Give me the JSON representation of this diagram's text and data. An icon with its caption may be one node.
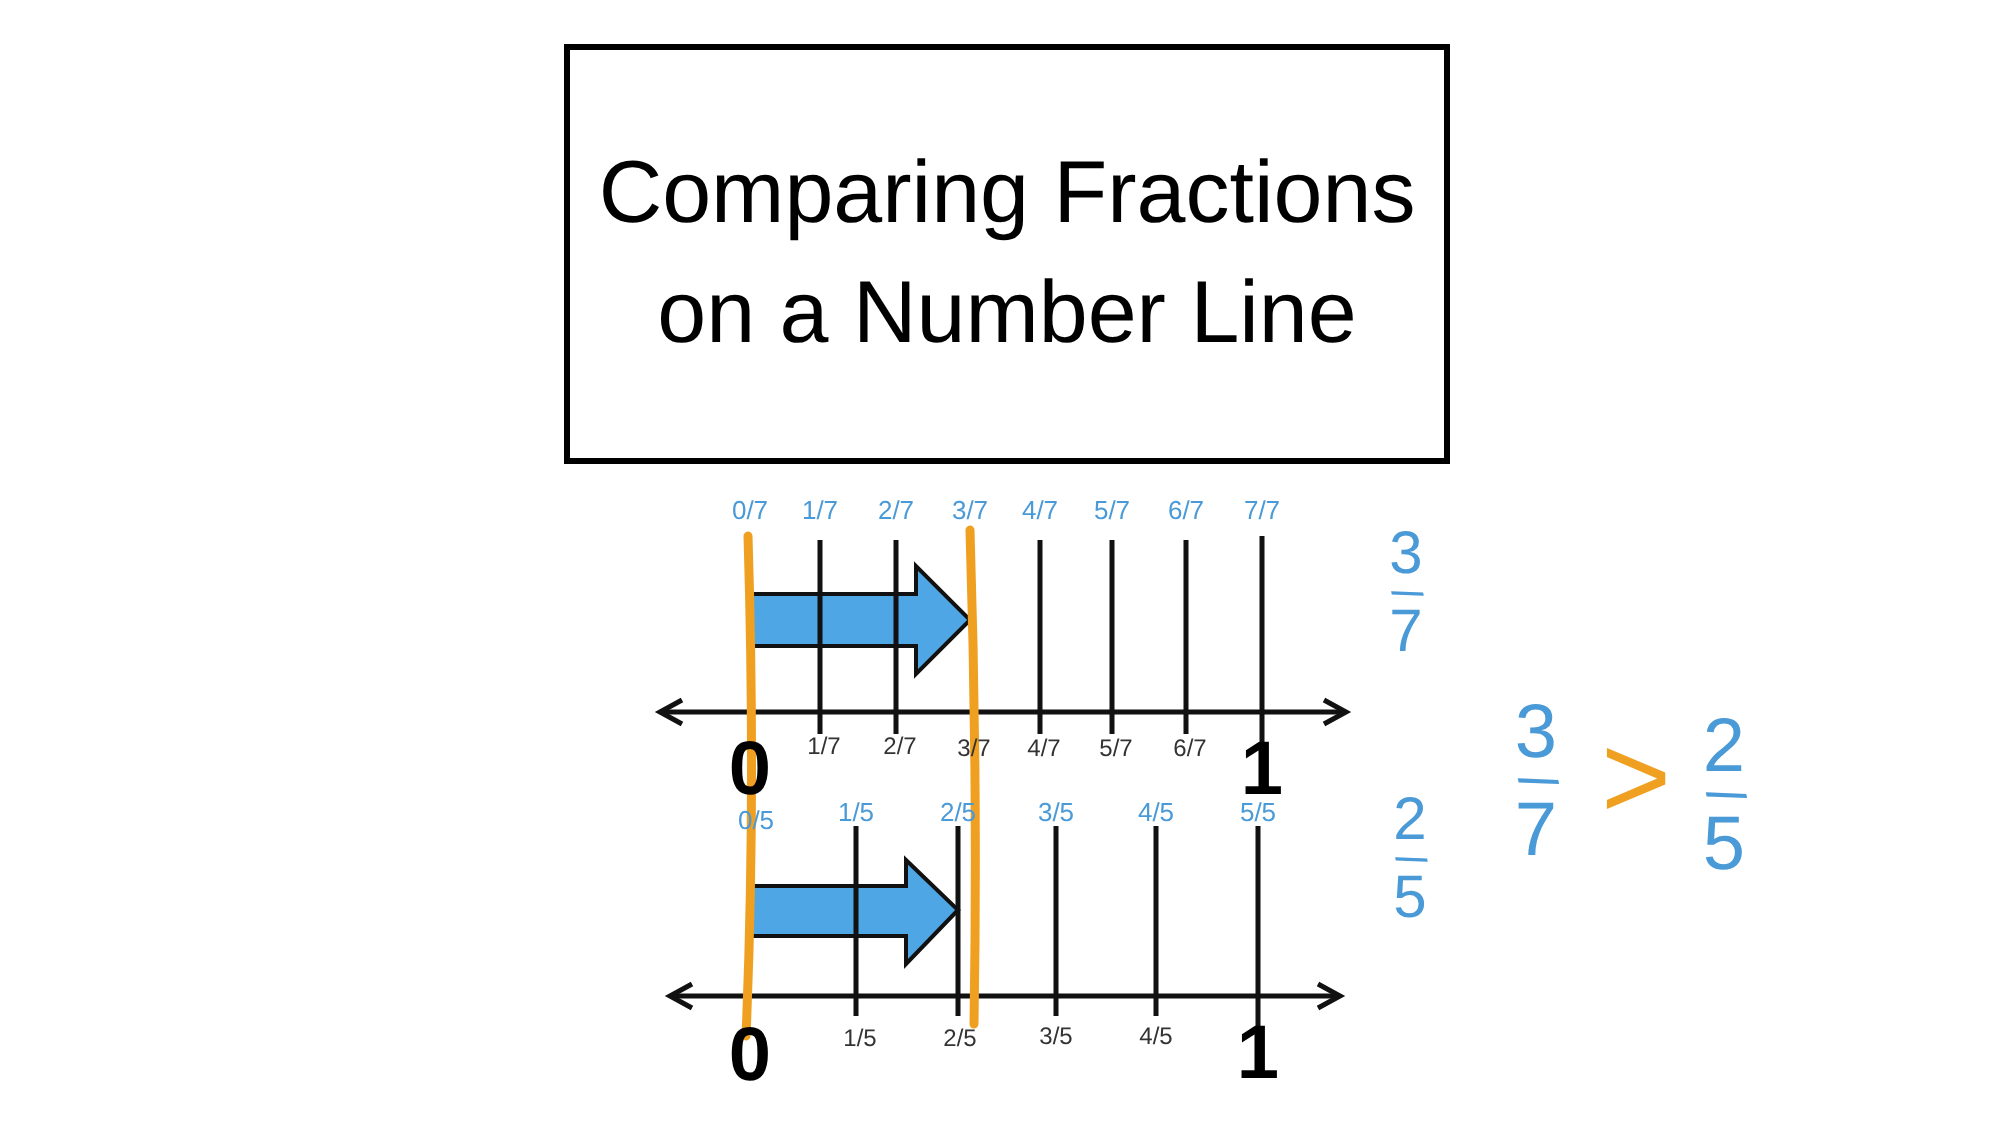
{
  "diagram": {
    "title": "Comparing Fractions on a Number Line",
    "labels": [
      "0/7",
      "1/7",
      "2/7",
      "3/7",
      "4/7",
      "5/7",
      "6/7",
      "7/7",
      "3/7",
      "1/7",
      "2/7",
      "3/7",
      "4/7",
      "5/7",
      "6/7",
      "0",
      "1",
      "0/5",
      "1/5",
      "2/5",
      "3/5",
      "4/5",
      "5/5",
      "2/5",
      "3/7",
      ">",
      "2/5",
      "1/5",
      "2/5",
      "3/5",
      "4/5",
      "0",
      "1"
    ]
  }
}
